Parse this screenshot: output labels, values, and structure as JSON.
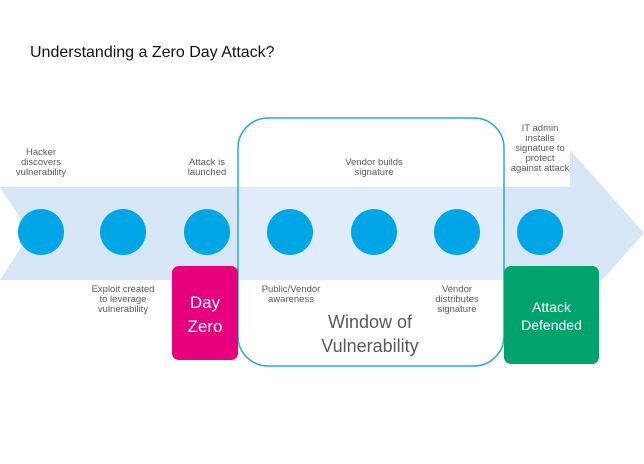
{
  "title": "Understanding a Zero Day Attack?",
  "colors": {
    "arrow": "#d6e6f7",
    "dot": "#00a6e6",
    "window_border": "#2aa8d8",
    "day_zero": "#e6007e",
    "defended": "#00a36c",
    "label_text": "#595959"
  },
  "stages": [
    {
      "label": "Hacker\ndiscovers\nvulnerability"
    },
    {
      "label": "Exploit created\nto leverage\nvulnerability"
    },
    {
      "label": "Attack is\nlaunched"
    },
    {
      "label": "Public/Vendor\nawareness"
    },
    {
      "label": "Vendor builds\nsignature"
    },
    {
      "label": "Vendor\ndistributes\nsignature"
    },
    {
      "label": "IT admin\ninstalls\nsignature to\nprotect\nagainst attack"
    }
  ],
  "day_zero_label": "Day\nZero",
  "window_label": "Window of\nVulnerability",
  "defended_label": "Attack\nDefended"
}
